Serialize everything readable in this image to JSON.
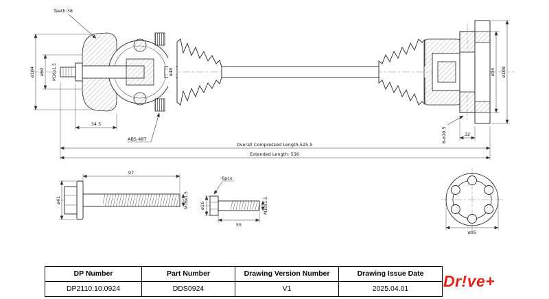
{
  "drawing": {
    "labels": {
      "teeth": "Teeth:38",
      "dia104": "ø104",
      "dia60": "ø60",
      "thread_m16": "M16x1.5",
      "dim_34_5": "34.5",
      "abs_ring": "ABS:48T",
      "dia48": "ø48",
      "dia94": "ø94",
      "dia108": "ø108",
      "holes_6": "6-ø10.5",
      "dim_32": "32",
      "overall_compressed": "Overall  Compressed  Length:525.5",
      "extended": "Extended  Length: 536"
    },
    "large_bolt": {
      "length": "97",
      "thread": "M16x1.5",
      "head_dia": "ø41"
    },
    "small_bolt": {
      "qty": "6pcs",
      "dia": "ø16",
      "thread": "M10x1.5",
      "length": "55"
    },
    "section": {
      "dia": "ø95"
    }
  },
  "title_block": {
    "headers": [
      "DP Number",
      "Part Number",
      "Drawing Version Number",
      "Drawing Issue Date"
    ],
    "values": [
      "DP2110.10.0924",
      "DDS0924",
      "V1",
      "2025.04.01"
    ]
  },
  "logo": {
    "text": "Dr!ve+",
    "color": "#e2231a"
  }
}
